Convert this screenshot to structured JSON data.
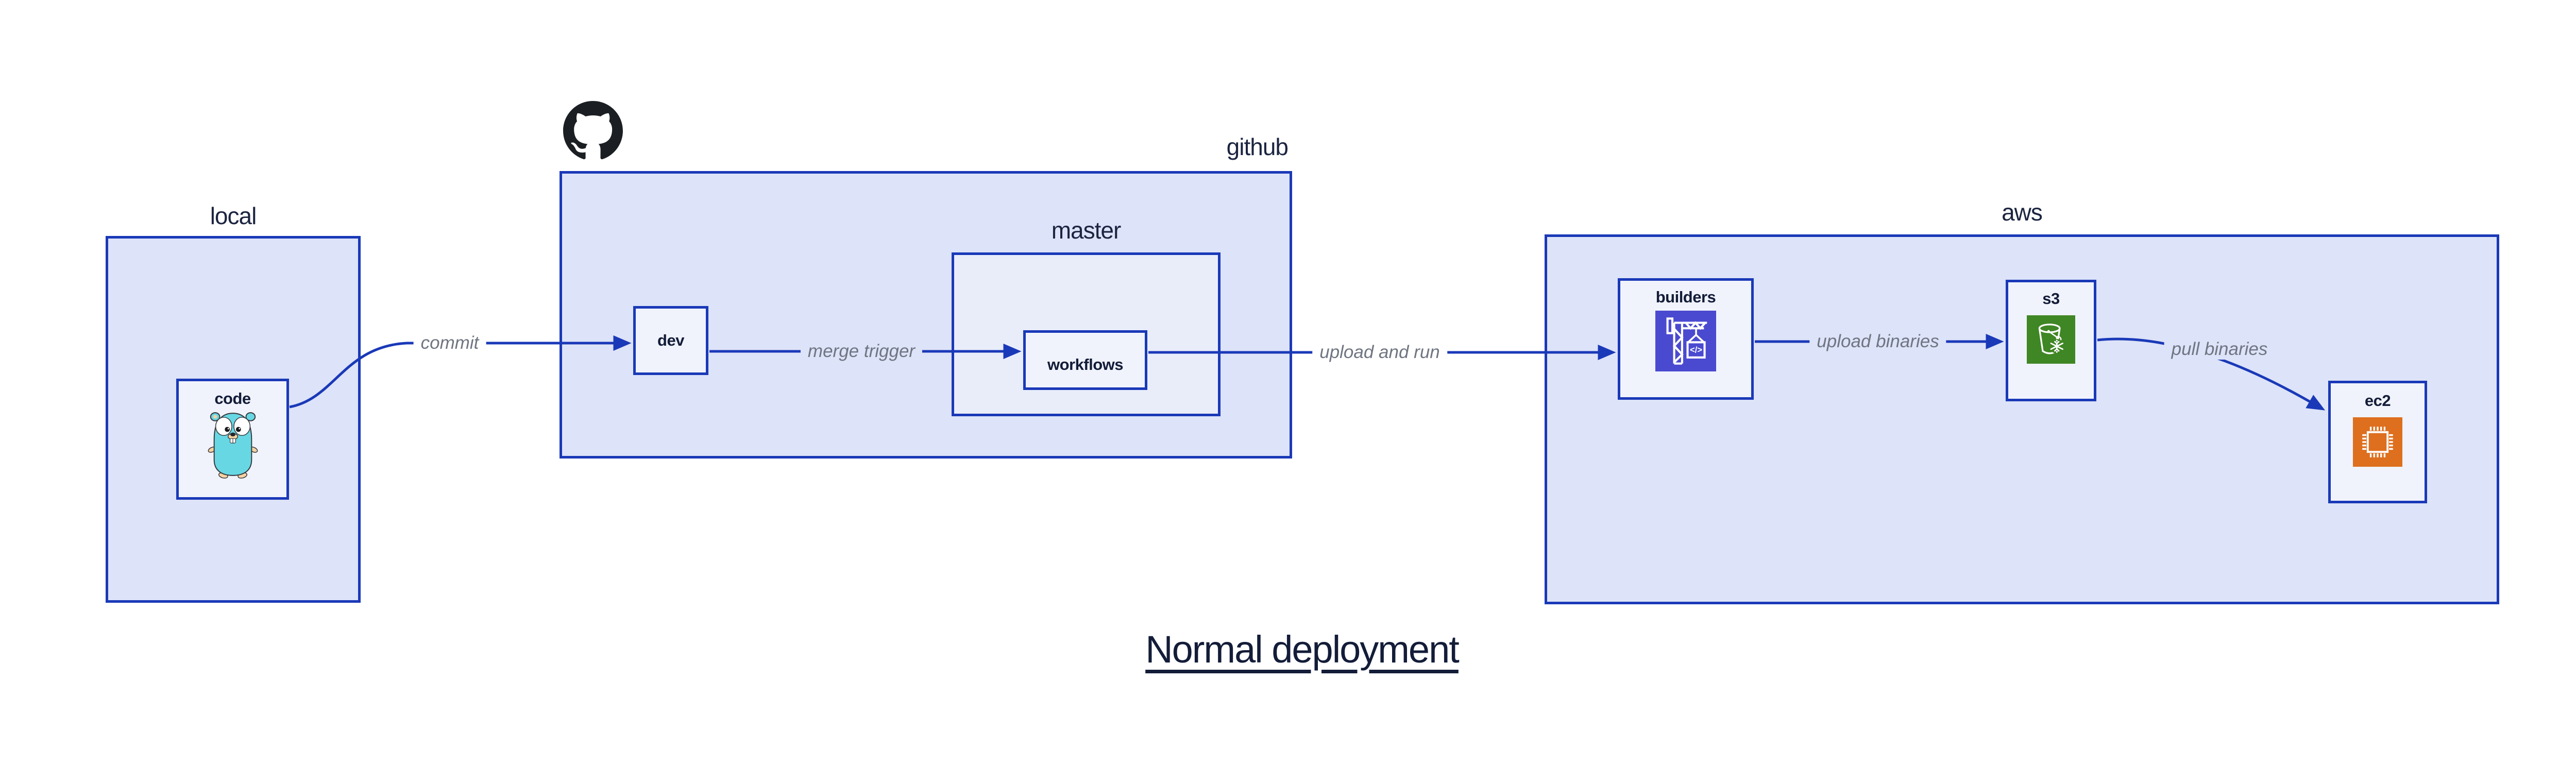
{
  "title": {
    "text": "Normal deployment"
  },
  "groups": {
    "local": {
      "label": "local"
    },
    "github": {
      "label": "github"
    },
    "master": {
      "label": "master"
    },
    "aws": {
      "label": "aws"
    }
  },
  "nodes": {
    "code": {
      "label": "code",
      "icon": "go-gopher-icon"
    },
    "dev": {
      "label": "dev"
    },
    "workflows": {
      "label": "workflows"
    },
    "builders": {
      "label": "builders",
      "icon": "build-crane-icon"
    },
    "s3": {
      "label": "s3",
      "icon": "s3-bucket-snowflake-icon"
    },
    "ec2": {
      "label": "ec2",
      "icon": "cpu-chip-icon"
    }
  },
  "edges": {
    "commit": {
      "label": "commit"
    },
    "merge_trigger": {
      "label": "merge trigger"
    },
    "upload_and_run": {
      "label": "upload and run"
    },
    "upload_binaries": {
      "label": "upload binaries"
    },
    "pull_binaries": {
      "label": "pull binaries"
    }
  },
  "icons": {
    "github_logo": "github-octocat-icon"
  },
  "colors": {
    "border": "#1a39b8",
    "fill-outer": "#dde3f8",
    "fill-mid": "#e9edfa",
    "fill-node": "#f0f3fc",
    "title-text": "#1b2440",
    "node-text": "#131c38",
    "edge-text": "#6f7581",
    "octocat": "#1b1f23",
    "builders-bg": "#4a4ad0",
    "s3-bg": "#3f8624",
    "ec2-bg": "#dd6f1e",
    "gopher-body": "#68d7e4",
    "gopher-skin": "#f6d2a2",
    "page-bg": "#ffffff"
  }
}
